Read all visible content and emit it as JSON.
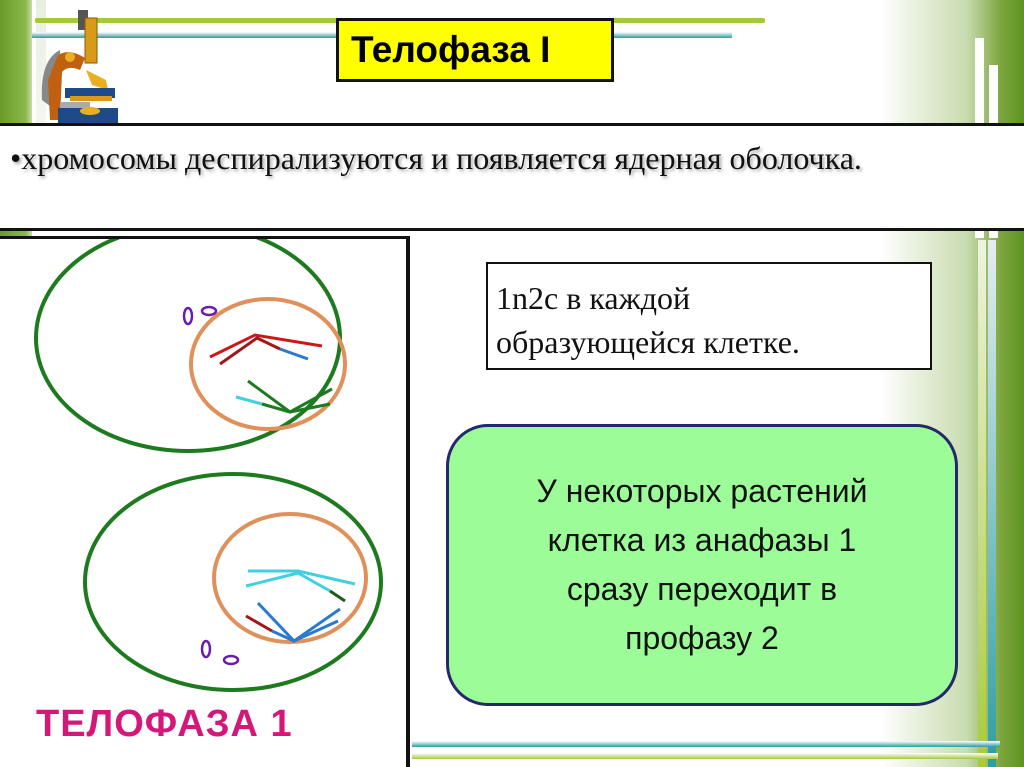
{
  "slide": {
    "title": "Телофаза I",
    "bullet": "•хромосомы деспирализуются и появляется ядерная оболочка.",
    "info_box": {
      "line1": "1n2c в каждой",
      "line2": "образующейся клетке."
    },
    "note_box": {
      "lines": [
        "У некоторых растений",
        "клетка из анафазы 1",
        "сразу переходит в",
        "профазу 2"
      ]
    },
    "diagram": {
      "label": "ТЕЛОФАЗА 1",
      "icon": "microscope-icon"
    },
    "colors": {
      "title_bg": "#ffff00",
      "note_bg": "#9cfd98",
      "note_border": "#26286a",
      "label": "#d4187a",
      "cell_membrane": "#1e7a1e",
      "nucleus": "#e0905a",
      "accent_lime": "#a6c93a",
      "accent_teal": "#2e9a9c"
    }
  }
}
